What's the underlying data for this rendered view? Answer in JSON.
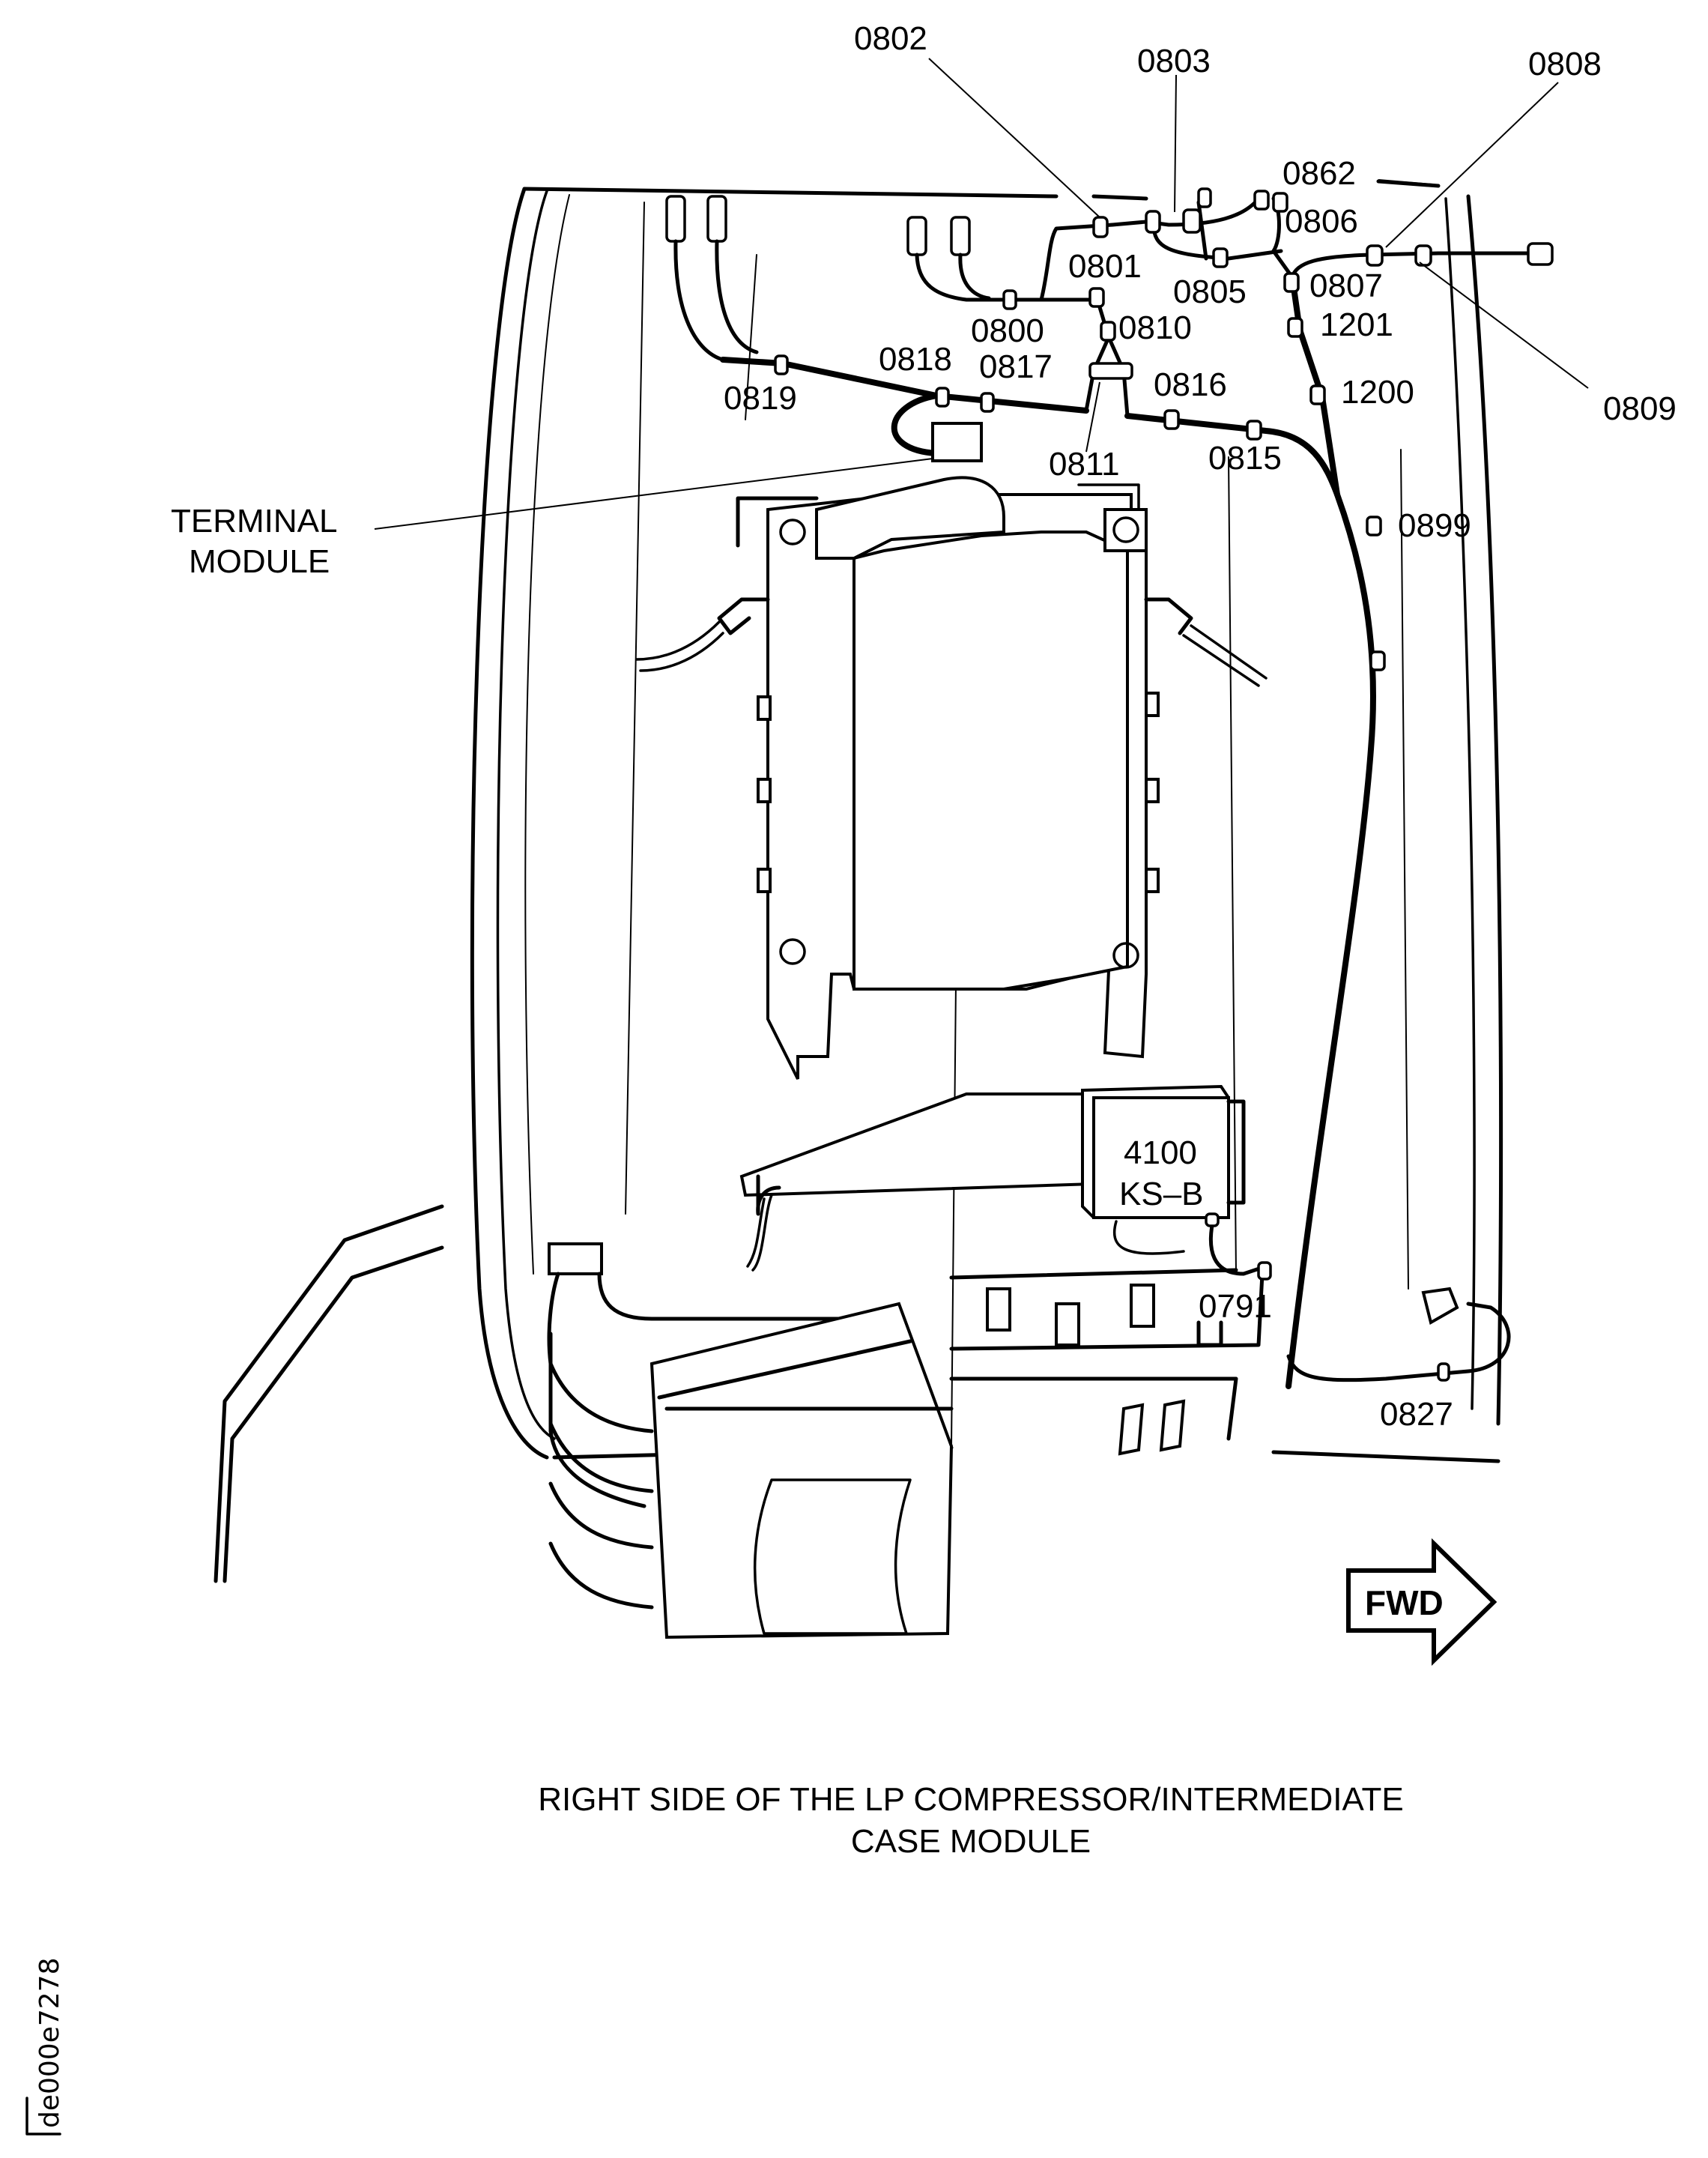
{
  "diagram": {
    "caption": {
      "line1": "RIGHT SIDE OF THE LP COMPRESSOR/INTERMEDIATE",
      "line2": "CASE MODULE"
    },
    "figure_id": "de000e7278",
    "direction_arrow": {
      "label": "FWD",
      "icon": "arrow-right-icon"
    },
    "labels": {
      "terminal_module_1": "TERMINAL",
      "terminal_module_2": "MODULE",
      "component_box_1": "4100",
      "component_box_2": "KS–B"
    },
    "callouts": {
      "c0802": "0802",
      "c0803": "0803",
      "c0808": "0808",
      "c0862": "0862",
      "c0806": "0806",
      "c0801": "0801",
      "c0805": "0805",
      "c0807": "0807",
      "c1201": "1201",
      "c0800": "0800",
      "c0810": "0810",
      "c0818": "0818",
      "c0817": "0817",
      "c0816": "0816",
      "c1200": "1200",
      "c0809": "0809",
      "c0819": "0819",
      "c0811": "0811",
      "c0815": "0815",
      "c0899": "0899",
      "c0791": "0791",
      "c0827": "0827"
    }
  }
}
